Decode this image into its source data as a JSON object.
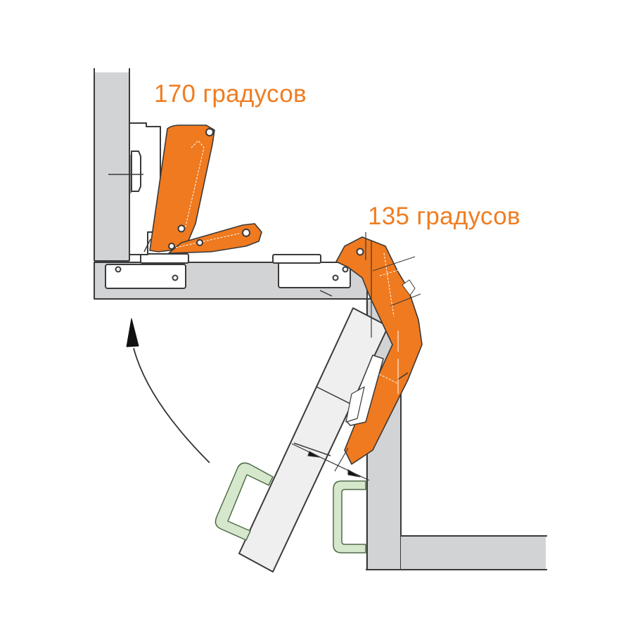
{
  "diagram": {
    "title": "Hinge opening angles on corner cabinet",
    "labels": {
      "hinge_170": "170 градусов",
      "hinge_135": "135 градусов"
    },
    "colors": {
      "hinge_orange": "#f07a1f",
      "label_orange": "#ef7d22",
      "panel_gray": "#d2d3d5",
      "door_light": "#efeff0",
      "handle_green": "#d6e8cc",
      "outline": "#3a3a3a"
    },
    "elements": [
      "left-cabinet-side-panel",
      "top-cabinet-panel",
      "170-degree-hinge",
      "135-degree-hinge",
      "angled-door",
      "door-handle-left",
      "door-handle-right",
      "right-cabinet-side-panel",
      "bottom-right-panel",
      "opening-direction-arrow"
    ]
  }
}
